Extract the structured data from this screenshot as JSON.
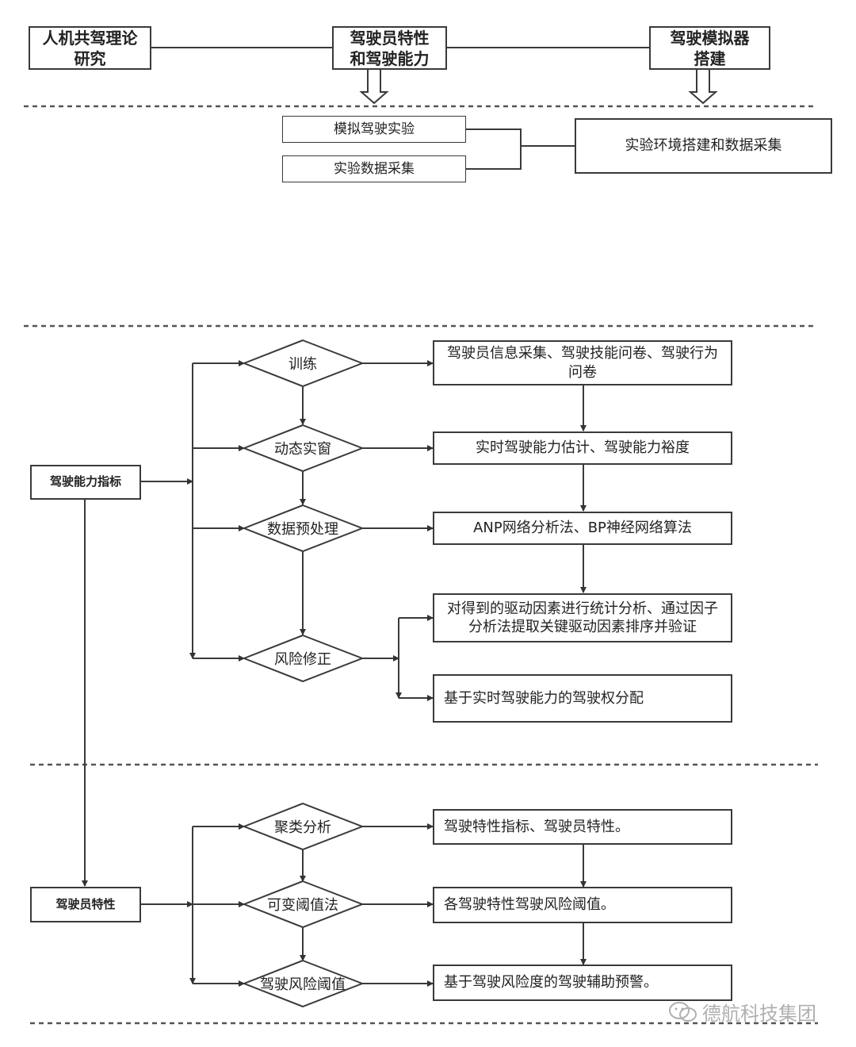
{
  "header": {
    "box1": "人机共驾理论\n研究",
    "box2": "驾驶员特性\n和驾驶能力",
    "box3": "驾驶模拟器\n搭建"
  },
  "experiment": {
    "sim": "模拟驾驶实验",
    "data": "实验数据采集",
    "env": "实验环境搭建和数据采集"
  },
  "ability": {
    "label": "驾驶能力指标",
    "steps": [
      "训练",
      "动态实窗",
      "数据预处理",
      "风险修正"
    ],
    "results": [
      "驾驶员信息采集、驾驶技能问卷、驾驶行为问卷",
      "实时驾驶能力估计、驾驶能力裕度",
      "ANP网络分析法、BP神经网络算法",
      "对得到的驱动因素进行统计分析、通过因子分析法提取关键驱动因素排序并验证",
      "基于实时驾驶能力的驾驶权分配"
    ]
  },
  "traits": {
    "label": "驾驶员特性",
    "steps": [
      "聚类分析",
      "可变阈值法",
      "驾驶风险阈值"
    ],
    "results": [
      "驾驶特性指标、驾驶员特性。",
      "各驾驶特性驾驶风险阈值。",
      "基于驾驶风险度的驾驶辅助预警。"
    ]
  },
  "watermark": "德航科技集团"
}
